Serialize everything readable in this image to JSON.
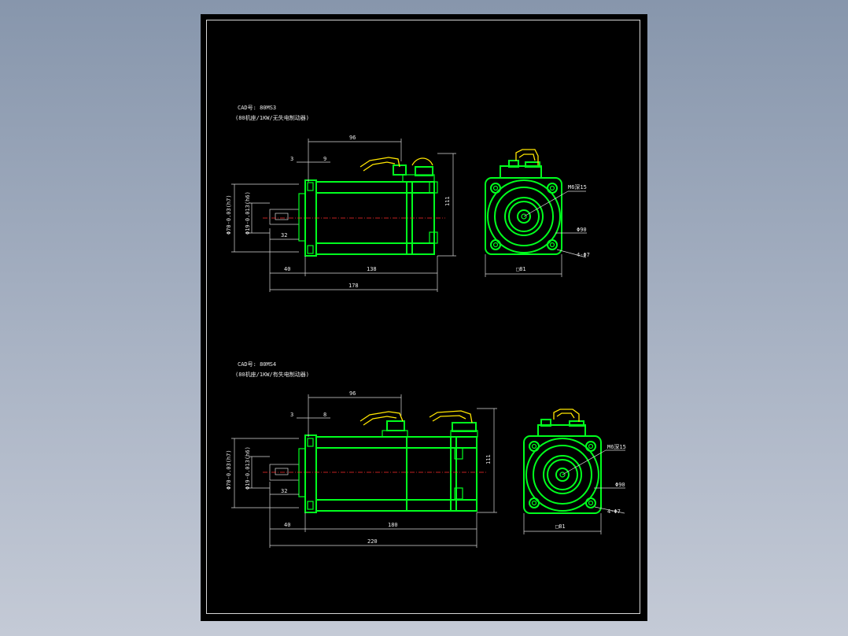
{
  "drawings": [
    {
      "cad_no": "CAD号: 80MS3",
      "spec": "(80机座/1KW/无失电制动器)",
      "dims": {
        "d96": "96",
        "d3": "3",
        "d9": "9",
        "d111": "111",
        "shaft_dia": "Φ19-0.013(h6)",
        "pilot_dia": "Φ70-0.03(h7)",
        "d32": "32",
        "d40": "40",
        "d138": "138",
        "d178": "178",
        "thread": "M6深15",
        "pcd": "Φ90",
        "holes": "4-Φ7",
        "square": "□81"
      }
    },
    {
      "cad_no": "CAD号: 80MS4",
      "spec": "(80机座/1KW/有失电制动器)",
      "dims": {
        "d96": "96",
        "d3": "3",
        "d9": "8",
        "d111": "111",
        "shaft_dia": "Φ19-0.013(h6)",
        "pilot_dia": "Φ70-0.03(h7)",
        "d32": "32",
        "d40": "40",
        "d180": "180",
        "d220": "220",
        "thread": "M6深15",
        "pcd": "Φ90",
        "holes": "4-Φ7",
        "square": "□81"
      }
    }
  ],
  "colors": {
    "outline": "#00ff1e",
    "connector": "#ffe600",
    "centerline": "#ff2a2a",
    "dimension": "#d8d8d8",
    "sheet": "#000000"
  }
}
